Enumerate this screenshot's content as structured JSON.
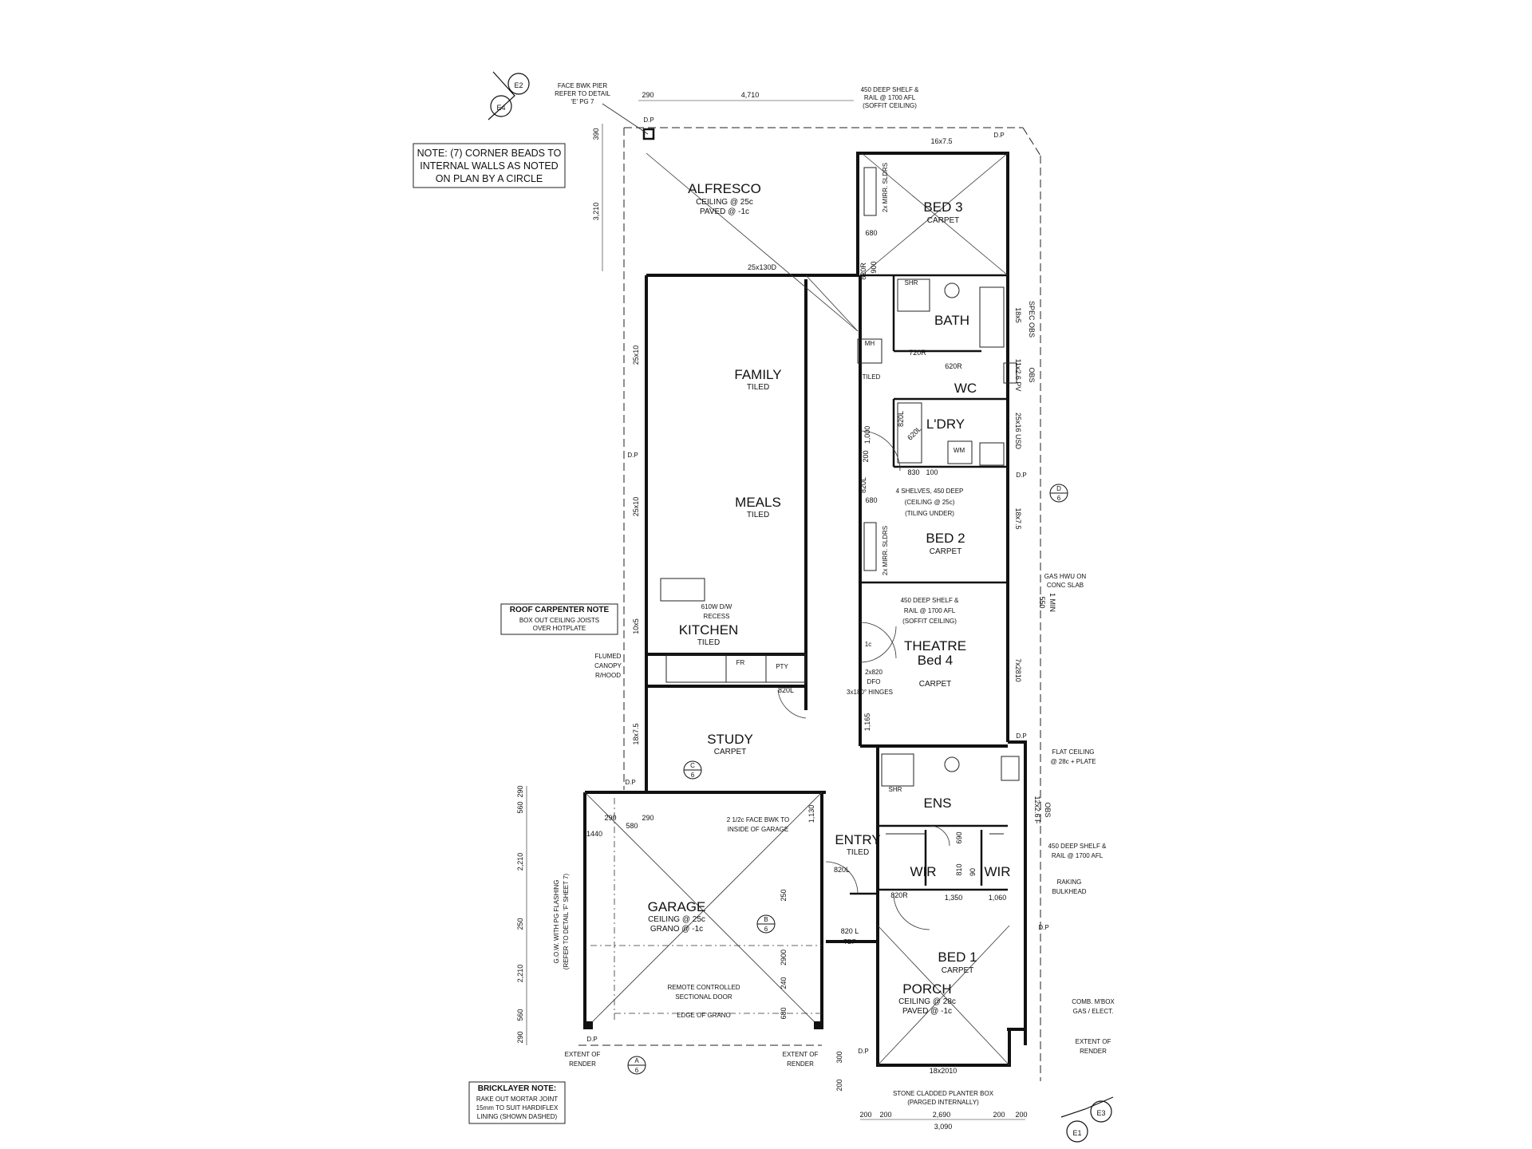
{
  "rooms": {
    "alfresco": {
      "name": "ALFRESCO",
      "l1": "CEILING @ 25c",
      "l2": "PAVED @ -1c"
    },
    "bed3": {
      "name": "BED 3",
      "finish": "CARPET"
    },
    "bath": {
      "name": "BATH"
    },
    "wc": {
      "name": "WC"
    },
    "ldry": {
      "name": "L'DRY"
    },
    "family": {
      "name": "FAMILY",
      "finish": "TILED"
    },
    "meals": {
      "name": "MEALS",
      "finish": "TILED"
    },
    "kitchen": {
      "name": "KITCHEN",
      "finish": "TILED"
    },
    "bed2": {
      "name": "BED 2",
      "finish": "CARPET"
    },
    "theatre": {
      "name": "THEATRE",
      "name2": "Bed 4",
      "finish": "CARPET"
    },
    "study": {
      "name": "STUDY",
      "finish": "CARPET"
    },
    "ens": {
      "name": "ENS"
    },
    "entry": {
      "name": "ENTRY",
      "finish": "TILED"
    },
    "wir1": {
      "name": "WIR"
    },
    "wir2": {
      "name": "WIR"
    },
    "garage": {
      "name": "GARAGE",
      "l1": "CEILING @ 25c",
      "l2": "GRANO @ -1c"
    },
    "bed1": {
      "name": "BED 1",
      "finish": "CARPET"
    },
    "porch": {
      "name": "PORCH",
      "l1": "CEILING @ 28c",
      "l2": "PAVED @ -1c"
    }
  },
  "notes": {
    "corner": [
      "NOTE: (7) CORNER BEADS TO",
      "INTERNAL WALLS AS NOTED",
      "ON PLAN BY A CIRCLE"
    ],
    "roof_title": "ROOF CARPENTER NOTE",
    "roof": [
      "BOX OUT CEILING JOISTS",
      "OVER HOTPLATE"
    ],
    "brick_title": "BRICKLAYER NOTE:",
    "brick": [
      "RAKE OUT MORTAR JOINT",
      "15mm TO SUIT HARDIFLEX",
      "LINING (SHOWN DASHED)"
    ],
    "face_bwk": [
      "FACE BWK PIER",
      "REFER TO DETAIL",
      "'E' PG 7"
    ],
    "shelf_top": [
      "450 DEEP SHELF &",
      "RAIL @ 1700 AFL",
      "(SOFFIT CEILING)"
    ],
    "shelves": [
      "4 SHELVES, 450 DEEP",
      "(CEILING @ 25c)",
      "(TILING UNDER)"
    ],
    "shelf_theatre": [
      "450 DEEP SHELF &",
      "RAIL @ 1700 AFL",
      "(SOFFIT CEILING)"
    ],
    "dw": [
      "610W D/W",
      "RECESS"
    ],
    "canopy": [
      "FLUMED",
      "CANOPY",
      "R/HOOD"
    ],
    "gas_hwu": [
      "GAS HWU ON",
      "CONC SLAB"
    ],
    "flat_ceiling": [
      "FLAT CEILING",
      "@ 28c + PLATE"
    ],
    "shelf_wir": [
      "450 DEEP SHELF &",
      "RAIL @ 1700 AFL"
    ],
    "raking": [
      "RAKING",
      "BULKHEAD"
    ],
    "face_garage": [
      "2 1/2c FACE BWK TO",
      "INSIDE OF GARAGE"
    ],
    "door": [
      "REMOTE CONTROLLED",
      "SECTIONAL DOOR"
    ],
    "edge_grano": "EDGE OF GRANO",
    "render_l": [
      "EXTENT OF",
      "RENDER"
    ],
    "render_m": [
      "EXTENT OF",
      "RENDER"
    ],
    "render_r": [
      "EXTENT OF",
      "RENDER"
    ],
    "mbox": [
      "COMB. M'BOX",
      "GAS / ELECT."
    ],
    "planter": [
      "STONE CLADDED PLANTER BOX",
      "(PARGED INTERNALLY)"
    ],
    "gow": [
      "G.O.W. WITH PG FLASHING",
      "(REFER TO DETAIL 'F' SHEET 7)"
    ],
    "doors_theatre": [
      "2x820",
      "DFO",
      "3x180° HINGES"
    ]
  },
  "labels": {
    "dp": "D.P",
    "shr": "SHR",
    "mh": "MH",
    "tiled": "TILED",
    "wm": "WM",
    "fr": "FR",
    "pty": "PTY",
    "mirr_bed3": "2x MIRR. SLDRS",
    "mirr_bed2": "2x MIRR. SLDRS",
    "tdf": "TDF",
    "onec": "1c"
  },
  "elevations": {
    "e1": "E1",
    "e2": "E2",
    "e3": "E3",
    "e4": "E4"
  },
  "sections": {
    "c": {
      "letter": "C",
      "num": "6"
    },
    "d": {
      "letter": "D",
      "num": "6"
    },
    "b": {
      "letter": "B",
      "num": "6"
    },
    "a": {
      "letter": "A",
      "num": "6"
    }
  },
  "dims": {
    "top1": "290",
    "top2": "4,710",
    "bed3_top": "16x7.5",
    "alf_beam": "25x130D",
    "left_390": "390",
    "left_3210": "3,210",
    "left_25x10a": "25x10",
    "left_25x10b": "25x10",
    "left_10x5": "10x5",
    "left_18x75": "18x7.5",
    "r_18x5": "18x5",
    "r_specobs": "SPEC OBS",
    "r_11x26": "11x2.6 PV",
    "r_obs": "OBS",
    "r_25x16": "25x16 USD",
    "r_18x75": "18x7.5",
    "r_550": "550",
    "r_1min": "1 MIN",
    "r_7x2810": "7x2810",
    "r_12x26": "12x2.6 F",
    "r_obs2": "OBS",
    "d680a": "680",
    "d820a": "820R",
    "d900": "900",
    "d720": "720R",
    "d620a": "620R",
    "d820b": "820L",
    "d620b": "620L",
    "d1000": "1,000",
    "d200": "200",
    "d830": "830",
    "d100": "100",
    "d820c": "820L",
    "d680b": "680",
    "d820d": "820L",
    "d1165": "1,165",
    "g_1130": "1,130",
    "g_290a": "290",
    "g_580": "580",
    "g_290b": "290",
    "g_1440": "1440",
    "g_250": "250",
    "g_2900": "2900",
    "g_240": "240",
    "g_680": "680",
    "gl_290": "290",
    "gl_560": "560",
    "gl_2210a": "2,210",
    "gl_250": "250",
    "gl_2210b": "2,210",
    "gl_560b": "560",
    "gl_290b": "290",
    "e_820l": "820L",
    "e_820r": "820R",
    "e_1350": "1,350",
    "e_1060": "1,060",
    "e_690": "690",
    "e_810": "810",
    "e_90": "90",
    "e_820l2": "820 L",
    "p_1800": "18x2010",
    "p_300a": "300",
    "p_200a": "200",
    "b_200a": "200",
    "b_200b": "200",
    "b_2690": "2,690",
    "b_200c": "200",
    "b_200d": "200",
    "b_3090": "3,090"
  }
}
